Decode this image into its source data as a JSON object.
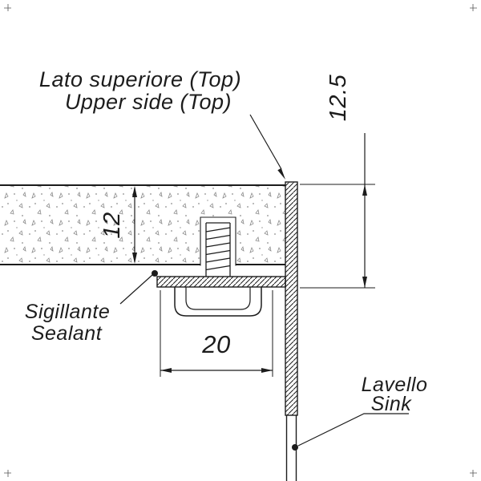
{
  "drawing": {
    "labels": {
      "top_it": "Lato superiore (Top)",
      "top_en": "Upper side (Top)",
      "sealant_it": "Sigillante",
      "sealant_en": "Sealant",
      "sink_it": "Lavello",
      "sink_en": "Sink"
    },
    "dimensions": {
      "rim_height": "12.5",
      "top_thickness": "12",
      "clamp_width": "20"
    },
    "colors": {
      "line": "#1c1c1c",
      "stipple": "#8c8c8c",
      "background": "#ffffff"
    }
  }
}
